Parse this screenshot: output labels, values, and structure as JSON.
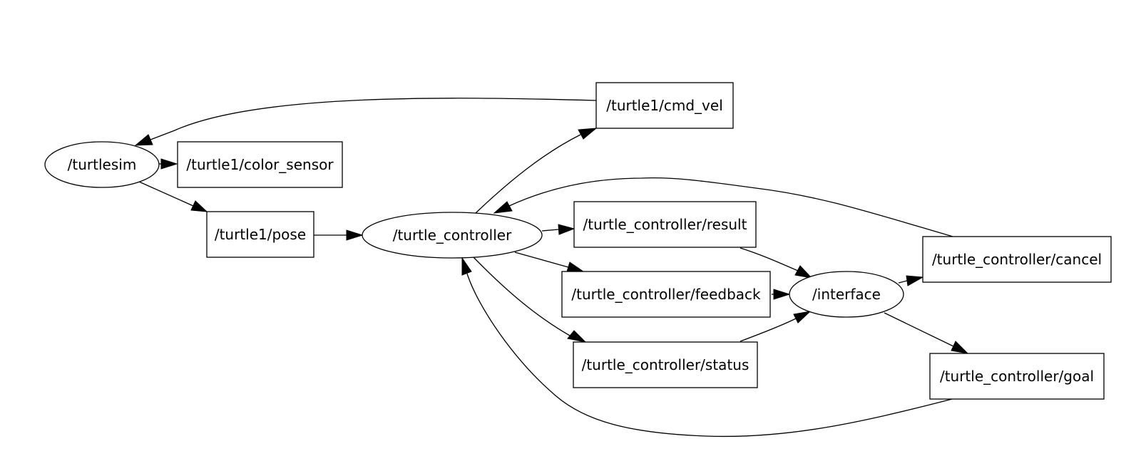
{
  "graph": {
    "nodes": [
      {
        "id": "turtlesim",
        "kind": "node",
        "label": "/turtlesim"
      },
      {
        "id": "color_sensor",
        "kind": "topic",
        "label": "/turtle1/color_sensor"
      },
      {
        "id": "pose",
        "kind": "topic",
        "label": "/turtle1/pose"
      },
      {
        "id": "cmd_vel",
        "kind": "topic",
        "label": "/turtle1/cmd_vel"
      },
      {
        "id": "turtle_controller",
        "kind": "node",
        "label": "/turtle_controller"
      },
      {
        "id": "result",
        "kind": "topic",
        "label": "/turtle_controller/result"
      },
      {
        "id": "feedback",
        "kind": "topic",
        "label": "/turtle_controller/feedback"
      },
      {
        "id": "status",
        "kind": "topic",
        "label": "/turtle_controller/status"
      },
      {
        "id": "interface",
        "kind": "node",
        "label": "/interface"
      },
      {
        "id": "cancel",
        "kind": "topic",
        "label": "/turtle_controller/cancel"
      },
      {
        "id": "goal",
        "kind": "topic",
        "label": "/turtle_controller/goal"
      }
    ],
    "edges": [
      {
        "from": "turtlesim",
        "to": "color_sensor"
      },
      {
        "from": "turtlesim",
        "to": "pose"
      },
      {
        "from": "cmd_vel",
        "to": "turtlesim"
      },
      {
        "from": "pose",
        "to": "turtle_controller"
      },
      {
        "from": "turtle_controller",
        "to": "cmd_vel"
      },
      {
        "from": "turtle_controller",
        "to": "result"
      },
      {
        "from": "turtle_controller",
        "to": "feedback"
      },
      {
        "from": "turtle_controller",
        "to": "status"
      },
      {
        "from": "cancel",
        "to": "turtle_controller"
      },
      {
        "from": "goal",
        "to": "turtle_controller"
      },
      {
        "from": "result",
        "to": "interface"
      },
      {
        "from": "feedback",
        "to": "interface"
      },
      {
        "from": "status",
        "to": "interface"
      },
      {
        "from": "interface",
        "to": "cancel"
      },
      {
        "from": "interface",
        "to": "goal"
      }
    ]
  }
}
